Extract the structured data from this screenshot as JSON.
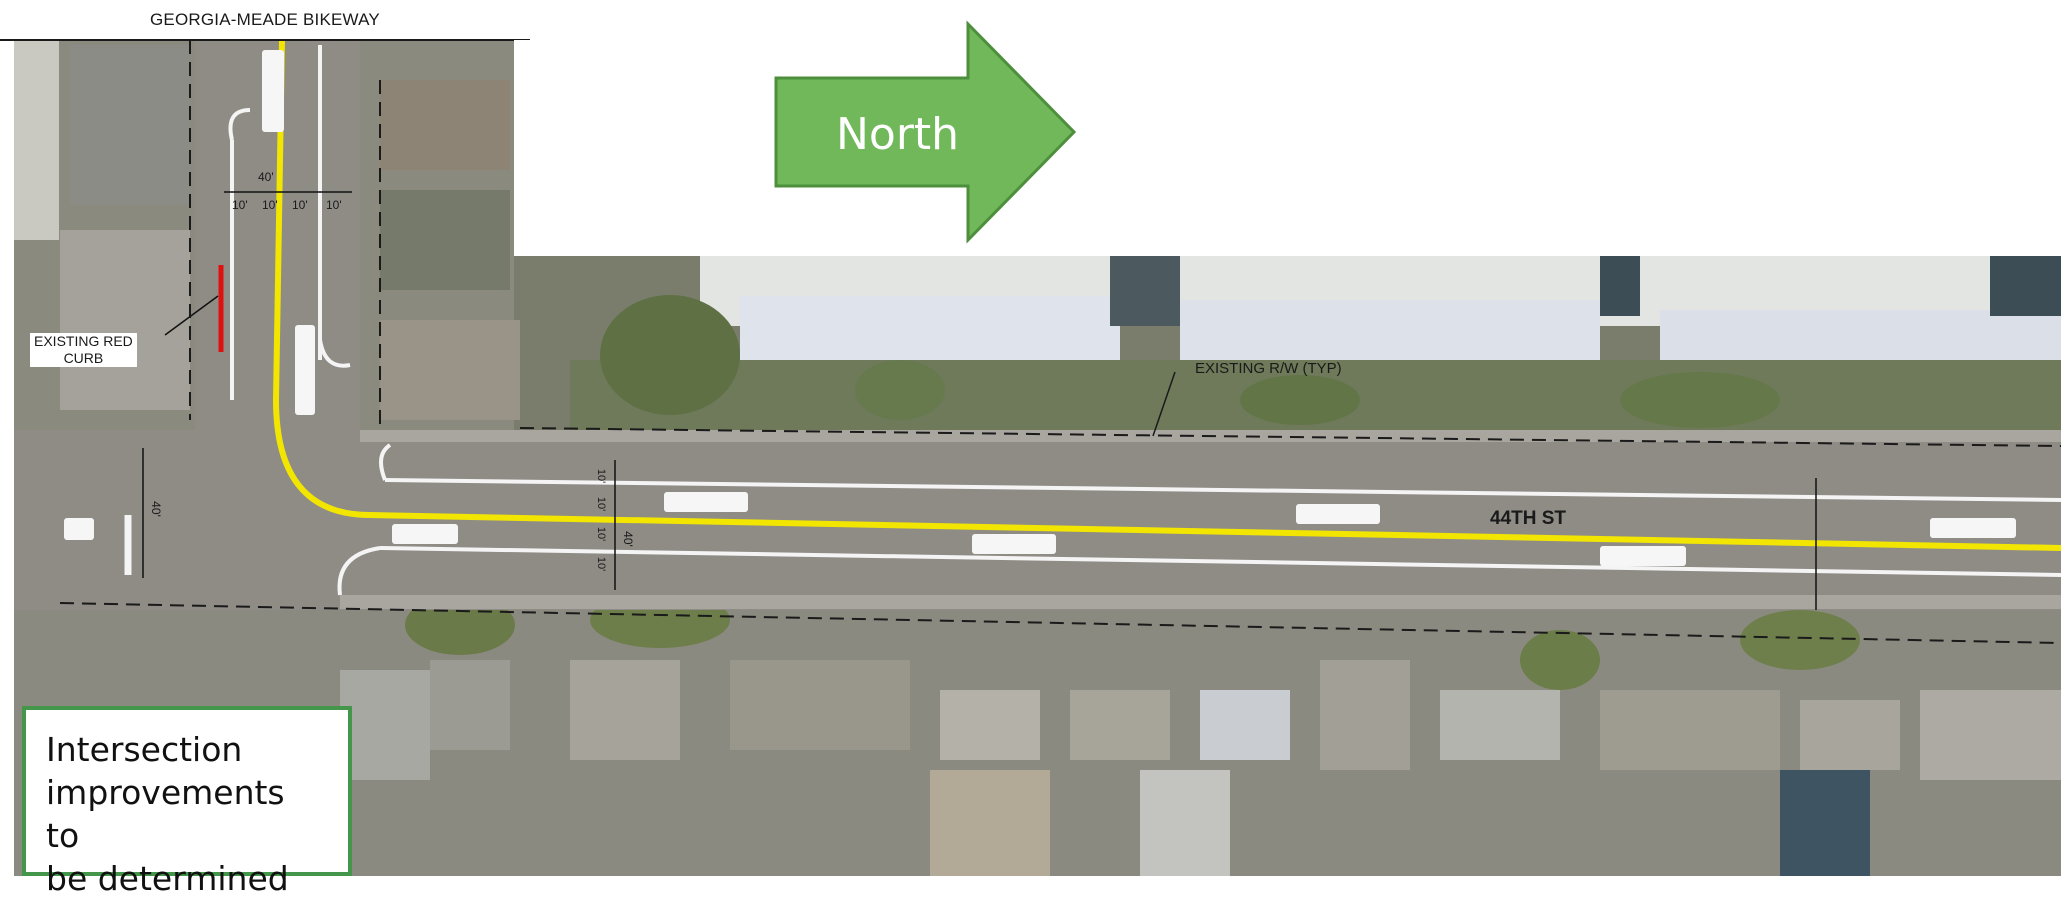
{
  "map": {
    "bikeway_label": "GEORGIA-MEADE BIKEWAY",
    "red_curb_label_line1": "EXISTING RED",
    "red_curb_label_line2": "CURB",
    "row_label": "EXISTING R/W (TYP)",
    "street_label": "44TH ST",
    "dimensions": {
      "cross_total": "40'",
      "cross_lanes": [
        "10'",
        "10'",
        "10'",
        "10'"
      ],
      "street_total": "40'",
      "street_lanes": [
        "10'",
        "10'",
        "10'",
        "10'"
      ],
      "west_leg": "40'"
    },
    "colors": {
      "centerline": "#f2e600",
      "red_curb": "#e01010",
      "road": "#8f8c86",
      "aerial_dark": "#6b7162",
      "roof_light": "#d9dde0"
    }
  },
  "north_arrow": {
    "label": "North",
    "fill": "#70b85a",
    "stroke": "#4d8f3c"
  },
  "note": {
    "text_line1": "Intersection",
    "text_line2": "improvements to",
    "text_line3": "be determined",
    "border_color": "#43964a"
  }
}
